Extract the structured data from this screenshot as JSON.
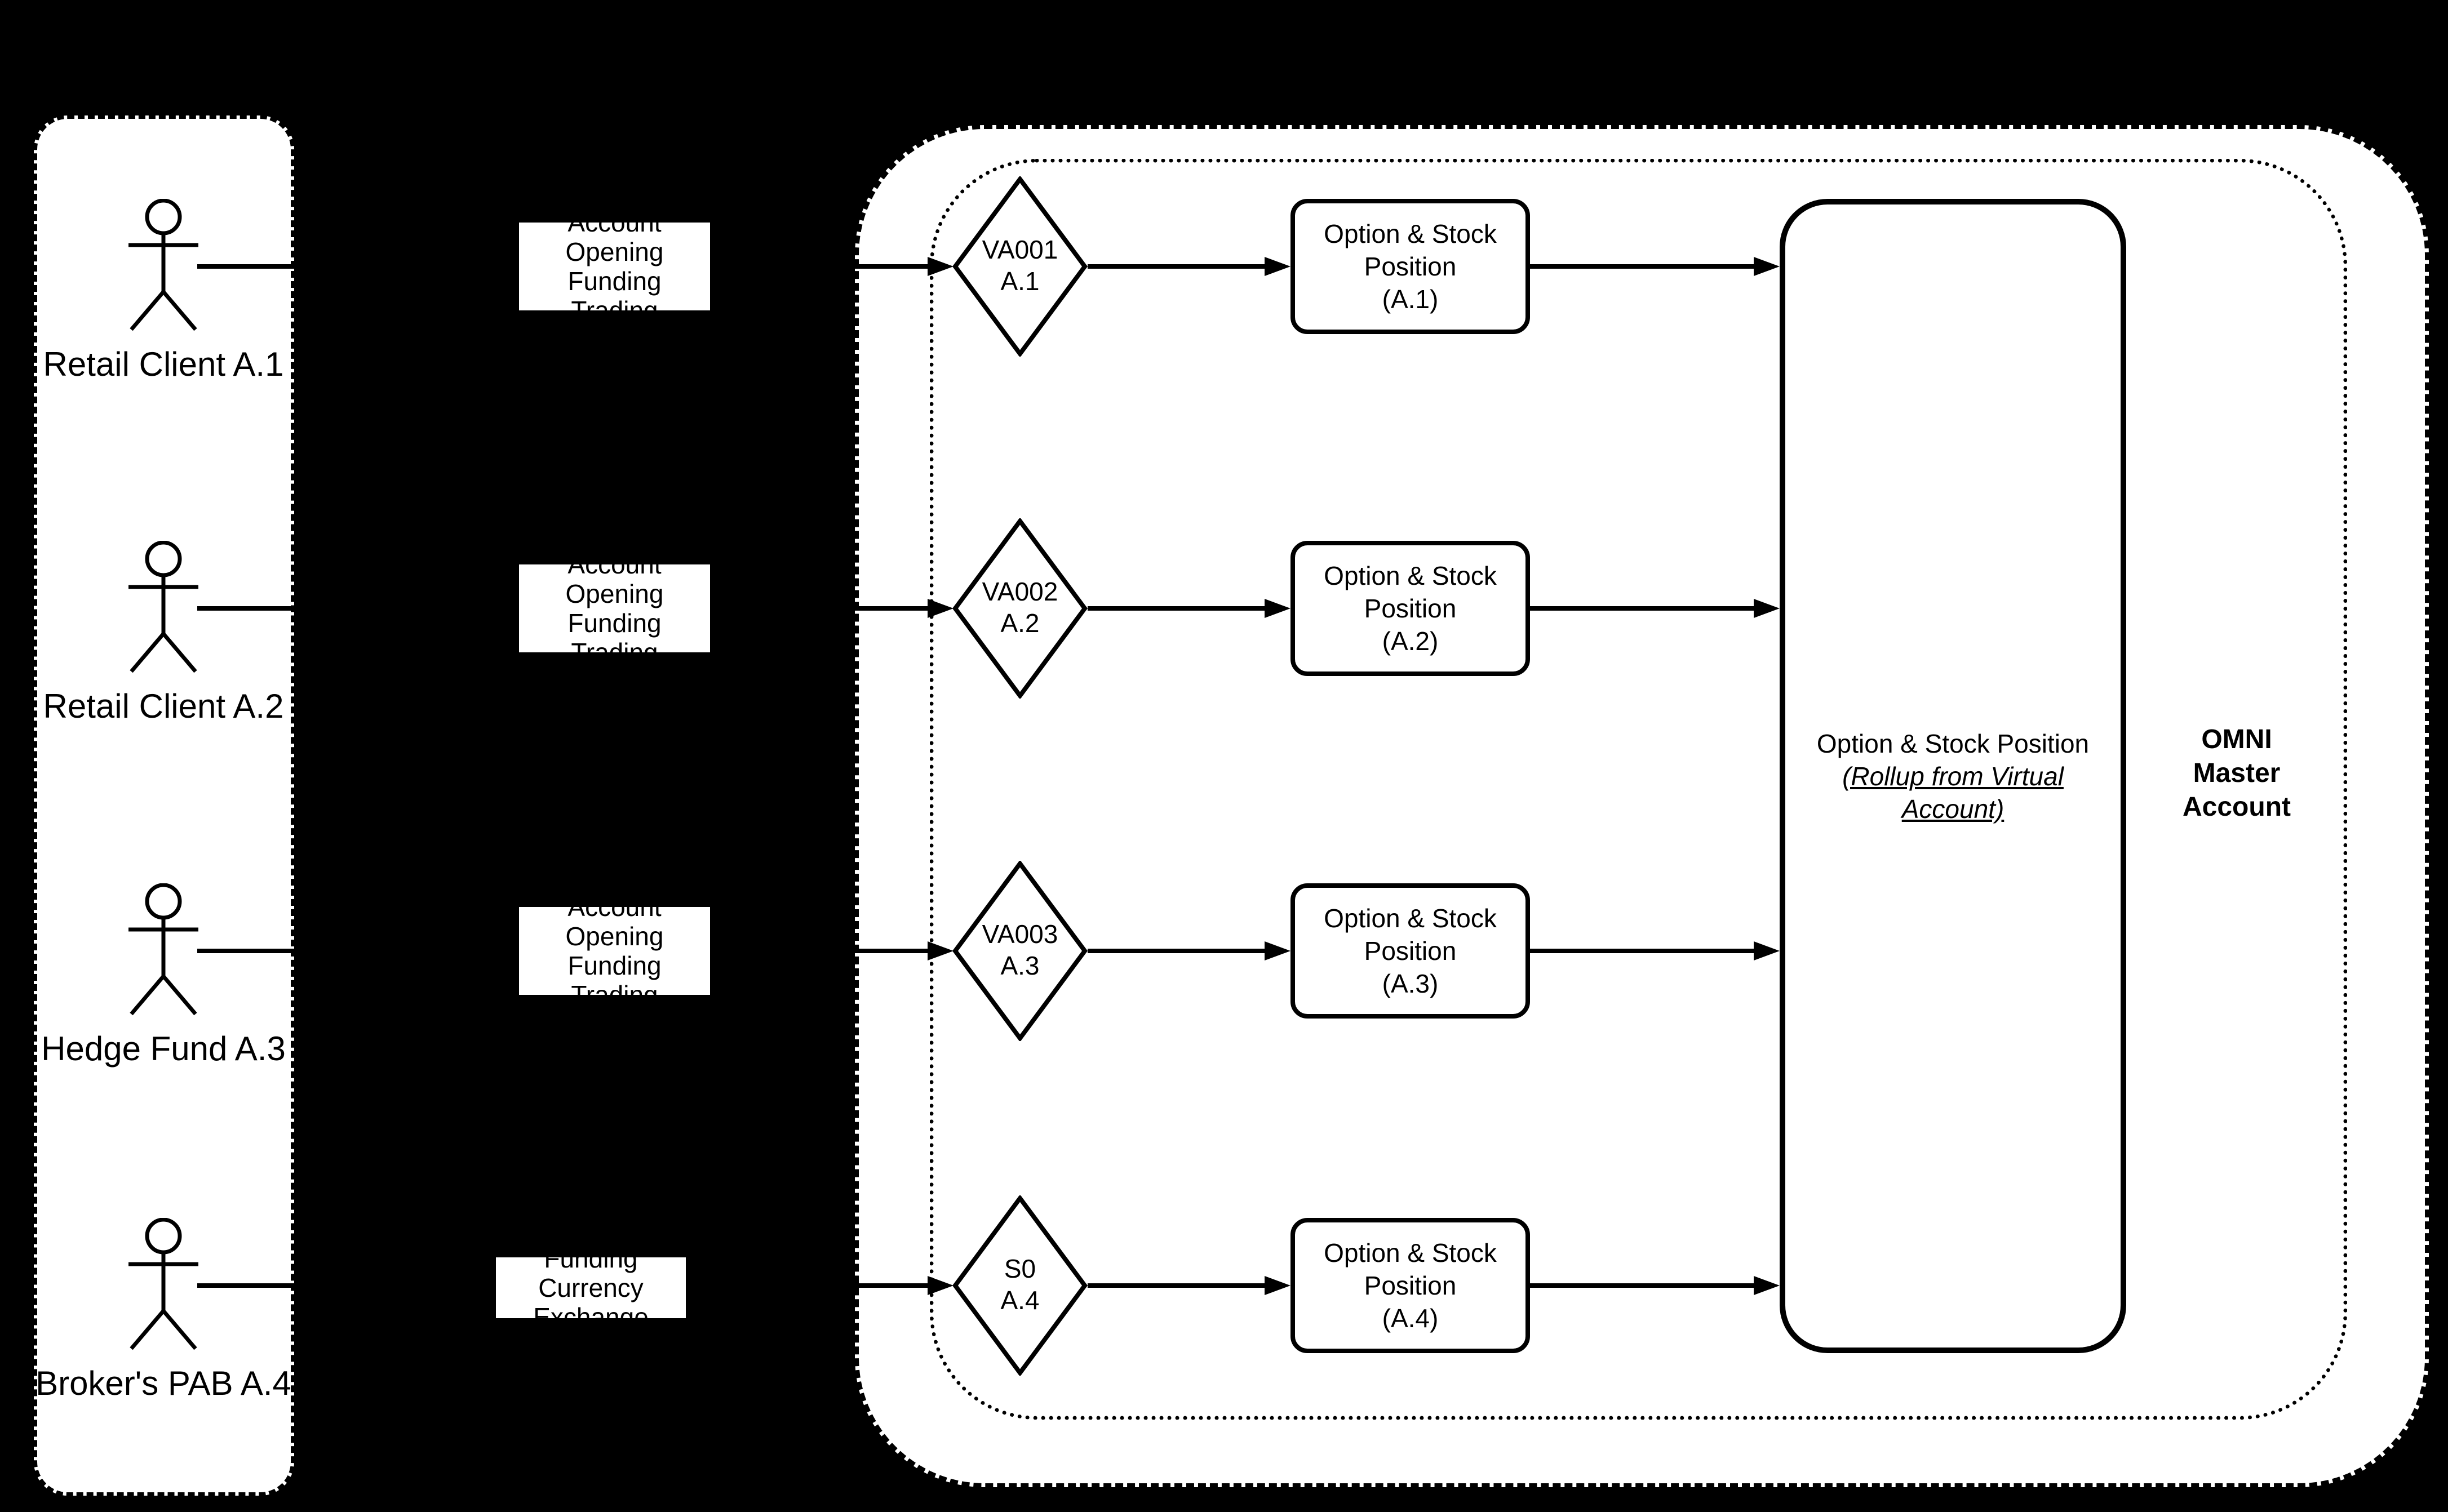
{
  "colors": {
    "background": "#000000",
    "shape_fill": "#ffffff",
    "stroke": "#000000"
  },
  "rows": [
    {
      "actor": "Retail Client A.1",
      "message": "Account Opening\nFunding\nTrading",
      "virtual_account": "VA001\nA.1",
      "position": "Option & Stock Position\n(A.1)"
    },
    {
      "actor": "Retail Client A.2",
      "message": "Account Opening\nFunding\nTrading",
      "virtual_account": "VA002\nA.2",
      "position": "Option & Stock Position\n(A.2)"
    },
    {
      "actor": "Hedge Fund A.3",
      "message": "Account Opening\nFunding\nTrading",
      "virtual_account": "VA003\nA.3",
      "position": "Option & Stock Position\n(A.3)"
    },
    {
      "actor": "Broker's PAB A.4",
      "message": "Funding\nCurrency Exchange",
      "virtual_account": "S0\nA.4",
      "position": "Option & Stock Position\n(A.4)"
    }
  ],
  "rollup": {
    "line1": "Option & Stock Position",
    "line2": "(Rollup from Virtual",
    "line3": "Account)"
  },
  "omni_label": "OMNI\nMaster\nAccount"
}
